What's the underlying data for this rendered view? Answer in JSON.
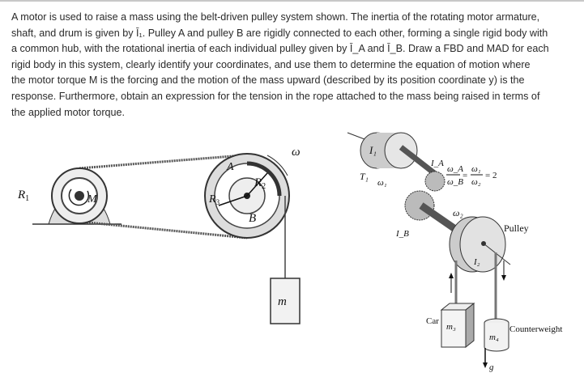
{
  "problem_lines": [
    "A motor is used to raise a mass using the belt-driven pulley system shown.  The inertia of the rotating motor armature,",
    "shaft, and drum is given by Ī₁.  Pulley A and pulley B are rigidly connected to each other, forming a single rigid body with",
    "a common hub, with the rotational inertia of each individual pulley given by Ī_A and Ī_B.  Draw a FBD and MAD for each",
    "rigid body in this system, clearly identify your coordinates, and use them to determine the equation of motion where",
    "the motor torque M is the forcing and the motion of the mass upward (described by its position coordinate y) is the",
    "response.  Furthermore, obtain an expression for the tension in the rope attached to the mass being raised in terms of",
    "the applied motor torque."
  ],
  "left_figure": {
    "R1": "R",
    "R1_sub": "1",
    "M": "M",
    "A": "A",
    "R2": "R",
    "R2_sub": "2",
    "R3": "R",
    "R3_sub": "3",
    "B": "B",
    "omega": "ω",
    "m": "m"
  },
  "right_figure": {
    "I1": "I₁",
    "T1": "T₁",
    "omega1": "ω₁",
    "IA": "I_A",
    "IB": "I_B",
    "omega2": "ω₂",
    "ratio_num1": "ω_A",
    "ratio_den1": "ω_B",
    "ratio_num2": "ω₁",
    "ratio_den2": "ω₂",
    "eq": "=",
    "ratio_value": "= 2",
    "pulley": "Pulley",
    "I2": "I₂",
    "car": "Car",
    "m3": "m₃",
    "counterweight": "Counterweight",
    "m4": "m₄",
    "g": "g"
  }
}
